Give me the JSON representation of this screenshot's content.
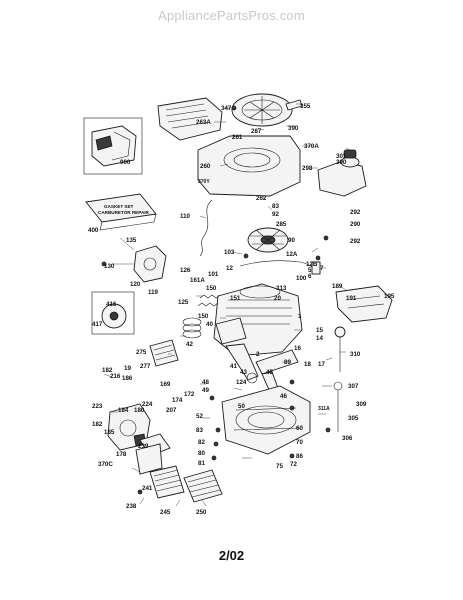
{
  "watermark": "AppliancePartsPros.com",
  "page_number": "2/02",
  "box_label_gasket": "GASKET SET\nCARBURETOR REPAIR",
  "labels": {
    "p347": "347",
    "p355": "355",
    "p263A": "263A",
    "p287": "287",
    "p261": "261",
    "p390": "390",
    "p370A": "370A",
    "p900": "900",
    "p260": "260",
    "p370": "370Y",
    "p301": "301",
    "p300": "300",
    "p298": "298",
    "p262": "262",
    "p83": "83",
    "p92": "92",
    "p285": "285",
    "p292a": "292",
    "p290": "290",
    "p292b": "292",
    "p400": "400",
    "p110": "110",
    "p103": "103",
    "p90": "90",
    "p135": "135",
    "p12A": "12A",
    "p12B": "12B",
    "p5": "5",
    "p6": "6",
    "p7": "7",
    "p12": "12",
    "p130": "130",
    "p120": "120",
    "p119": "119",
    "p126": "126",
    "p161A": "161A",
    "p101": "101",
    "p100": "100",
    "p189a": "189",
    "p191": "191",
    "p195": "195",
    "p150a": "150",
    "p151": "151",
    "p20": "20",
    "p313": "313",
    "p125": "125",
    "p416": "416",
    "p417": "417",
    "p150b": "150",
    "p40": "40",
    "p42": "42",
    "p1": "1",
    "p15": "15",
    "p14": "14",
    "p16": "16",
    "p18": "18",
    "p17": "17",
    "p310": "310",
    "p275": "275",
    "p41": "41",
    "p2": "2",
    "p43": "43",
    "p45": "45",
    "p89": "89",
    "p182a": "182",
    "p216": "216",
    "p19": "19",
    "p186": "186",
    "p277": "277",
    "p169": "169",
    "p172": "172",
    "p174": "174",
    "p48": "48",
    "p49": "49",
    "p124": "124",
    "p46": "46",
    "p224": "224",
    "p207": "207",
    "p307": "307",
    "p309": "309",
    "p223": "223",
    "p184": "184",
    "p180": "180",
    "p182b": "182",
    "p185": "185",
    "p52": "52",
    "p50": "50",
    "p311A": "311A",
    "p305": "305",
    "p83b": "83",
    "p60": "60",
    "p70": "70",
    "p306": "306",
    "p82": "82",
    "p80": "80",
    "p81": "81",
    "p370C": "370C",
    "p178": "178",
    "p239": "239",
    "p86": "86",
    "p75": "75",
    "p72": "72",
    "p241": "241",
    "p245": "245",
    "p238": "238",
    "p250": "250"
  }
}
